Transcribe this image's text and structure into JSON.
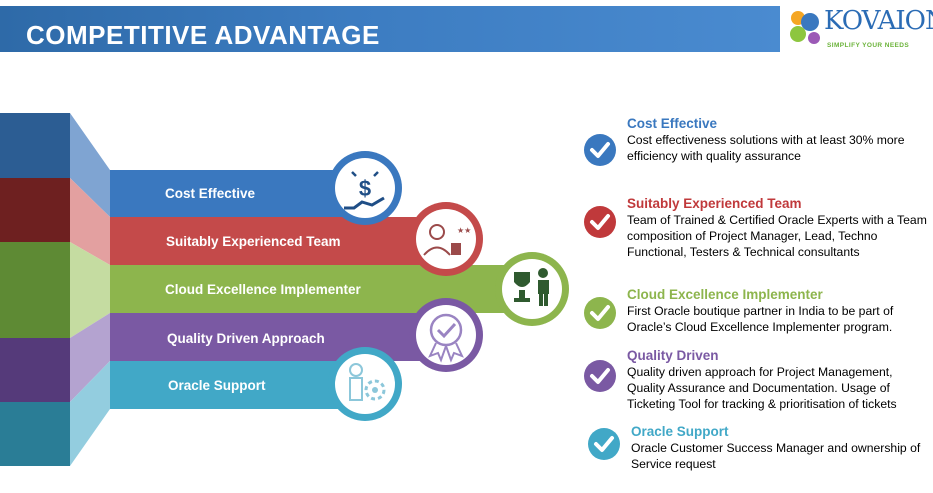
{
  "header": {
    "title": "COMPETITIVE  ADVANTAGE"
  },
  "logo": {
    "name": "KOVAION",
    "tagline": "SIMPLIFY YOUR NEEDS"
  },
  "bands": [
    {
      "label": "Cost Effective",
      "color": "#3a78bf",
      "icon": "hand-dollar-icon"
    },
    {
      "label": "Suitably Experienced Team",
      "color": "#c44a4a",
      "icon": "user-rating-icon"
    },
    {
      "label": "Cloud Excellence Implementer",
      "color": "#8db54d",
      "icon": "trophy-person-icon"
    },
    {
      "label": "Quality Driven  Approach",
      "color": "#7a59a3",
      "icon": "quality-badge-icon"
    },
    {
      "label": "Oracle Support",
      "color": "#41a8c7",
      "icon": "support-gear-icon"
    }
  ],
  "items": [
    {
      "title": "Cost Effective",
      "color": "#3a78bf",
      "desc": "Cost effectiveness solutions with at least 30% more efficiency with quality assurance"
    },
    {
      "title": "Suitably Experienced Team",
      "color": "#c0393b",
      "desc": "Team of Trained & Certified Oracle Experts with a Team composition of Project Manager, Lead, Techno Functional, Testers & Technical consultants"
    },
    {
      "title": "Cloud Excellence Implementer",
      "color": "#8db54d",
      "desc": "First Oracle boutique partner in India to be part of Oracle’s Cloud Excellence Implementer program."
    },
    {
      "title": "Quality Driven",
      "color": "#7a59a3",
      "desc": "Quality driven approach for Project Management, Quality Assurance and Documentation. Usage of Ticketing Tool for tracking & prioritisation of tickets"
    },
    {
      "title": "Oracle Support",
      "color": "#41a8c7",
      "desc": "Oracle Customer Success Manager and ownership of Service request"
    }
  ]
}
